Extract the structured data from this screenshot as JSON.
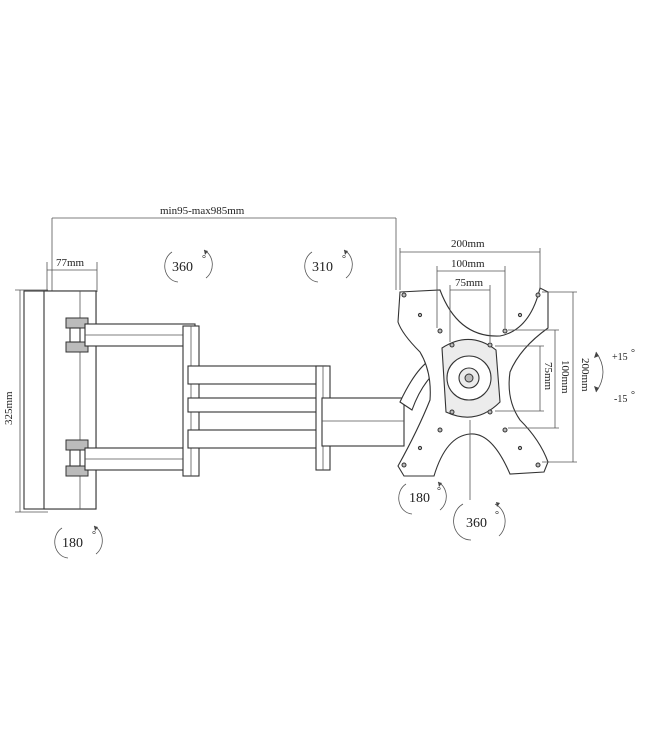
{
  "dimensions": {
    "extension": "min95-max985mm",
    "wall_depth": "77mm",
    "height": "325mm",
    "vesa_h_200": "200mm",
    "vesa_h_100": "100mm",
    "vesa_h_75": "75mm",
    "vesa_v_200": "200mm",
    "vesa_v_100": "100mm",
    "vesa_v_75": "75mm"
  },
  "rotations": {
    "arm_inner": "360",
    "arm_outer": "310",
    "wall": "180",
    "plate_swivel": "180",
    "plate_rotate": "360"
  },
  "tilt": {
    "up": "+15",
    "down": "-15"
  }
}
